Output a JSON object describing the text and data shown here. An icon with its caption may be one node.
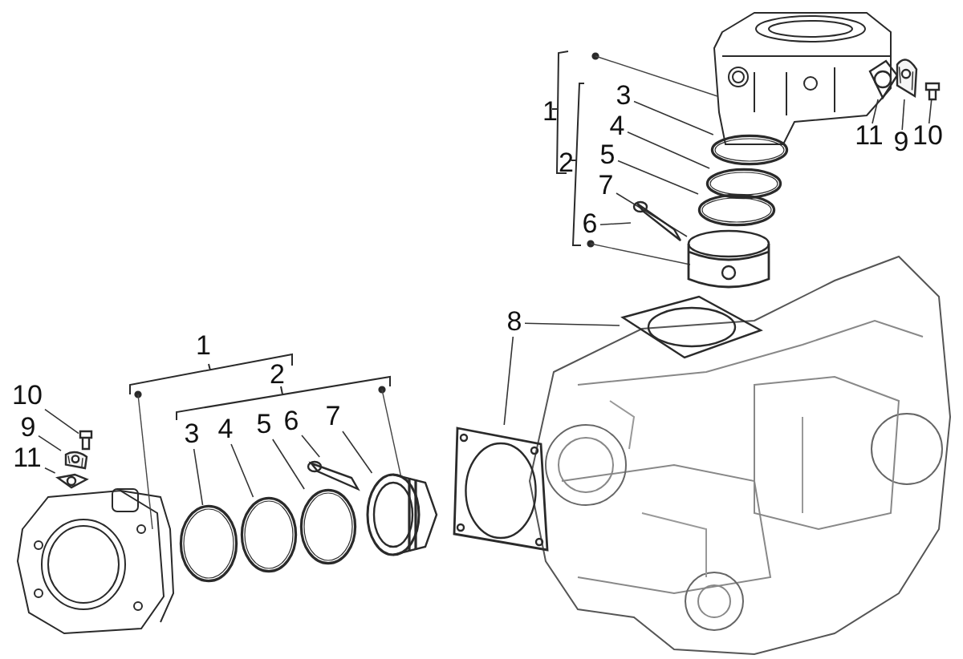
{
  "diagram": {
    "nodes": [
      {
        "text": [
          "3"
        ]
      },
      {
        "text": [
          "4"
        ]
      },
      {
        "text": [
          "5"
        ]
      },
      {
        "text": [
          "7"
        ]
      },
      {
        "text": [
          "6"
        ]
      },
      {
        "text": [
          "11"
        ]
      },
      {
        "text": [
          "9"
        ]
      },
      {
        "text": [
          "10"
        ]
      },
      {
        "text": [
          "8"
        ]
      },
      {
        "text": [
          "10"
        ]
      },
      {
        "text": [
          "9"
        ]
      },
      {
        "text": [
          "11"
        ]
      },
      {
        "text": [
          "3"
        ]
      },
      {
        "text": [
          "4"
        ]
      },
      {
        "text": [
          "5"
        ]
      },
      {
        "text": [
          "6"
        ]
      },
      {
        "text": [
          "7"
        ]
      },
      {
        "text": [],
        "shape": "picture"
      },
      {
        "text": [],
        "shape": "picture"
      },
      {
        "text": [],
        "shape": "picture"
      },
      {
        "text": [],
        "shape": "picture"
      },
      {
        "text": [],
        "shape": "picture"
      },
      {
        "text": [],
        "shape": "picture"
      },
      {
        "text": [],
        "shape": "picture"
      },
      {
        "text": [],
        "shape": "picture"
      },
      {
        "text": [],
        "shape": "picture"
      },
      {
        "text": [],
        "shape": "picture"
      },
      {
        "text": [],
        "shape": "picture"
      },
      {
        "text": [],
        "shape": "picture"
      },
      {
        "text": [],
        "shape": "picture"
      },
      {
        "text": [],
        "shape": "picture"
      },
      {
        "text": [],
        "shape": "picture"
      },
      {
        "text": [],
        "shape": "picture"
      },
      {
        "text": [],
        "shape": "picture"
      },
      {
        "text": [],
        "shape": "picture"
      }
    ],
    "edges": [
      {
        "from": 0,
        "to": 17,
        "arrow": "none"
      },
      {
        "from": 1,
        "to": 18,
        "arrow": "none"
      },
      {
        "from": 2,
        "to": 19,
        "arrow": "none"
      },
      {
        "from": 3,
        "to": 20,
        "arrow": "none"
      },
      {
        "from": 4,
        "to": 21,
        "arrow": "none"
      },
      {
        "from": 5,
        "to": 22,
        "arrow": "none"
      },
      {
        "from": 6,
        "to": 23,
        "arrow": "none"
      },
      {
        "from": 7,
        "to": 24,
        "arrow": "none"
      },
      {
        "from": 8,
        "to": 25,
        "arrow": "none"
      },
      {
        "from": 8,
        "to": 26,
        "arrow": "none"
      },
      {
        "from": 9,
        "to": 27,
        "arrow": "none"
      },
      {
        "from": 10,
        "to": 28,
        "arrow": "none"
      },
      {
        "from": 11,
        "to": 29,
        "arrow": "none"
      },
      {
        "from": 12,
        "to": 30,
        "arrow": "none"
      },
      {
        "from": 13,
        "to": 31,
        "arrow": "none"
      },
      {
        "from": 14,
        "to": 32,
        "arrow": "none"
      },
      {
        "from": 15,
        "to": 33,
        "arrow": "none"
      },
      {
        "from": 16,
        "to": 34,
        "arrow": "none"
      }
    ],
    "labels": [
      "1",
      "2",
      "1",
      "2"
    ]
  }
}
